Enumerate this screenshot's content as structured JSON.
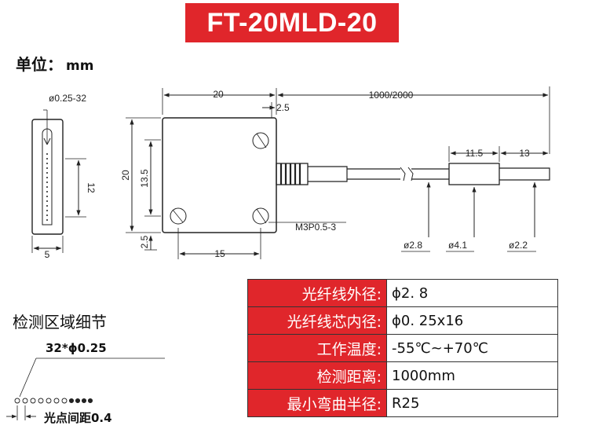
{
  "title": "FT-20MLD-20",
  "unit": {
    "label": "单位：",
    "value": "mm"
  },
  "drawing": {
    "side_view": {
      "fiber_label": "ø0.25-32",
      "height_label": "12",
      "width_label": "5"
    },
    "front_view": {
      "width_label": "20",
      "offset_label": "2.5",
      "cable_length_label": "1000/2000",
      "height_label": "20",
      "hole_spacing_label": "13.5",
      "bottom_offset_label": "2.5",
      "bottom_width_label": "15",
      "screw_label": "M3P0.5-3",
      "sleeve_label": "11.5",
      "tip_label": "13",
      "cable_dia_label": "ø2.8",
      "sleeve_dia_label": "ø4.1",
      "tip_dia_label": "ø2.2"
    }
  },
  "detail": {
    "title": "检测区域细节",
    "pitch_label": "32*ϕ0.25",
    "spacing_label": "光点间距0.4"
  },
  "specs": [
    {
      "key": "光纤线外径:",
      "value": "ϕ2. 8"
    },
    {
      "key": "光纤线芯内径:",
      "value": "ϕ0. 25x16"
    },
    {
      "key": "工作温度:",
      "value": "-55℃~+70℃"
    },
    {
      "key": "检测距离:",
      "value": "1000mm"
    },
    {
      "key": "最小弯曲半径:",
      "value": "R25"
    }
  ],
  "colors": {
    "accent": "#e0262b"
  }
}
